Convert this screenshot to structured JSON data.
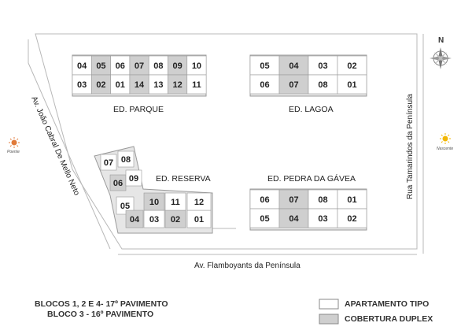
{
  "buildings": [
    {
      "name": "ED. PARQUE",
      "rows": [
        [
          "04",
          "05",
          "06",
          "07",
          "08",
          "09",
          "10"
        ],
        [
          "03",
          "02",
          "01",
          "14",
          "13",
          "12",
          "11"
        ]
      ],
      "type": [
        [
          0,
          1,
          0,
          1,
          0,
          1,
          0
        ],
        [
          0,
          1,
          0,
          1,
          0,
          1,
          0
        ]
      ]
    },
    {
      "name": "ED. LAGOA",
      "rows": [
        [
          "05",
          "04",
          "03",
          "02"
        ],
        [
          "06",
          "07",
          "08",
          "01"
        ]
      ],
      "type": [
        [
          0,
          1,
          0,
          0
        ],
        [
          0,
          1,
          0,
          0
        ]
      ]
    },
    {
      "name": "ED. RESERVA",
      "rows": [
        [
          "07",
          "08"
        ],
        [
          "06",
          "09"
        ],
        [
          "05"
        ],
        [
          "04",
          "03",
          "02",
          "01"
        ],
        [
          "10",
          "11",
          "12"
        ]
      ],
      "type": [
        [
          0,
          0
        ],
        [
          1,
          0
        ],
        [
          0
        ],
        [
          1,
          0,
          1,
          0
        ],
        [
          1,
          0,
          0
        ]
      ]
    },
    {
      "name": "ED. PEDRA DA GÁVEA",
      "rows": [
        [
          "06",
          "07",
          "08",
          "01"
        ],
        [
          "05",
          "04",
          "03",
          "02"
        ]
      ],
      "type": [
        [
          0,
          1,
          0,
          0
        ],
        [
          0,
          1,
          0,
          0
        ]
      ]
    }
  ],
  "streets": {
    "left": "Av. João Cabral De Mello Neto",
    "right": "Rua Tamarindos da Península",
    "bottom": "Av. Flamboyants da Península"
  },
  "compass": {
    "north": "N"
  },
  "sun": {
    "west": "Poente",
    "east": "Nascente"
  },
  "notes": {
    "line1": "BLOCOS 1, 2 E 4- 17º PAVIMENTO",
    "line2": "BLOCO 3 - 16º PAVIMENTO"
  },
  "legend": [
    {
      "label": "APARTAMENTO TIPO",
      "color": "#ffffff"
    },
    {
      "label": "COBERTURA DUPLEX",
      "color": "#cfcfcf"
    }
  ],
  "colors": {
    "unit_tipo": "#ffffff",
    "unit_duplex": "#cfcfcf",
    "outline": "#9a9a9a",
    "sun": "#f2b705",
    "sun_west": "#e07a3a"
  }
}
